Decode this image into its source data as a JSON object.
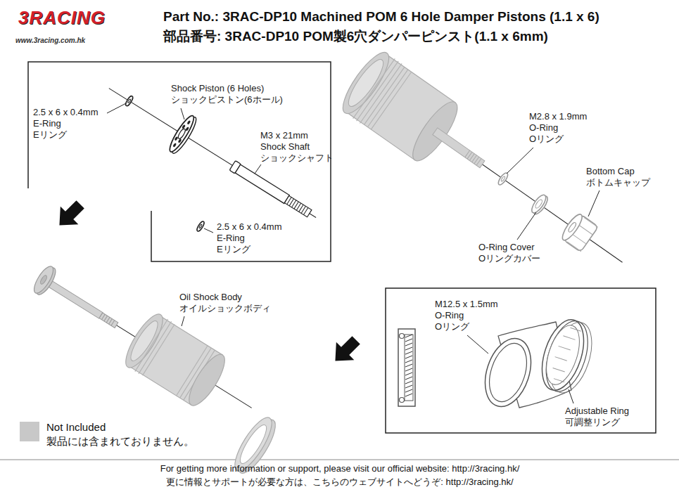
{
  "diagram": {
    "title": "Part No.: 3RAC-DP10 Machined POM 6 Hole Damper Pistons (1.1 x 6)",
    "labels": [
      "3RACING",
      "www.3racing.com.hk",
      "部品番号: 3RAC-DP10 POM製6穴ダンパーピンスト(1.1 x 6mm)",
      "Shock Piston (6 Holes)",
      "ショックピストン(6ホール)",
      "2.5 x 6 x 0.4mm",
      "E-Ring",
      "Eリング",
      "M3 x 21mm",
      "Shock Shaft",
      "ショックシャフト",
      "2.5 x 6 x 0.4mm",
      "E-Ring",
      "Eリング",
      "M2.8 x 1.9mm",
      "O-Ring",
      "Oリング",
      "Bottom Cap",
      "ボトムキャップ",
      "O-Ring Cover",
      "Oリングカバー",
      "Oil Shock Body",
      "オイルショックボディ",
      "M12.5 x 1.5mm",
      "O-Ring",
      "Oリング",
      "Adjustable Ring",
      "可調整リング",
      "For getting more information or support, please visit our official website: http://3racing.hk/",
      "更に情報とサポートが必要な方は、こちらのウェブサイトへどうぞ: http://3racing.hk/"
    ],
    "legend": [
      {
        "text": "Not Included 製品には含まれておりません。",
        "color": "#c8c8c8"
      }
    ]
  }
}
